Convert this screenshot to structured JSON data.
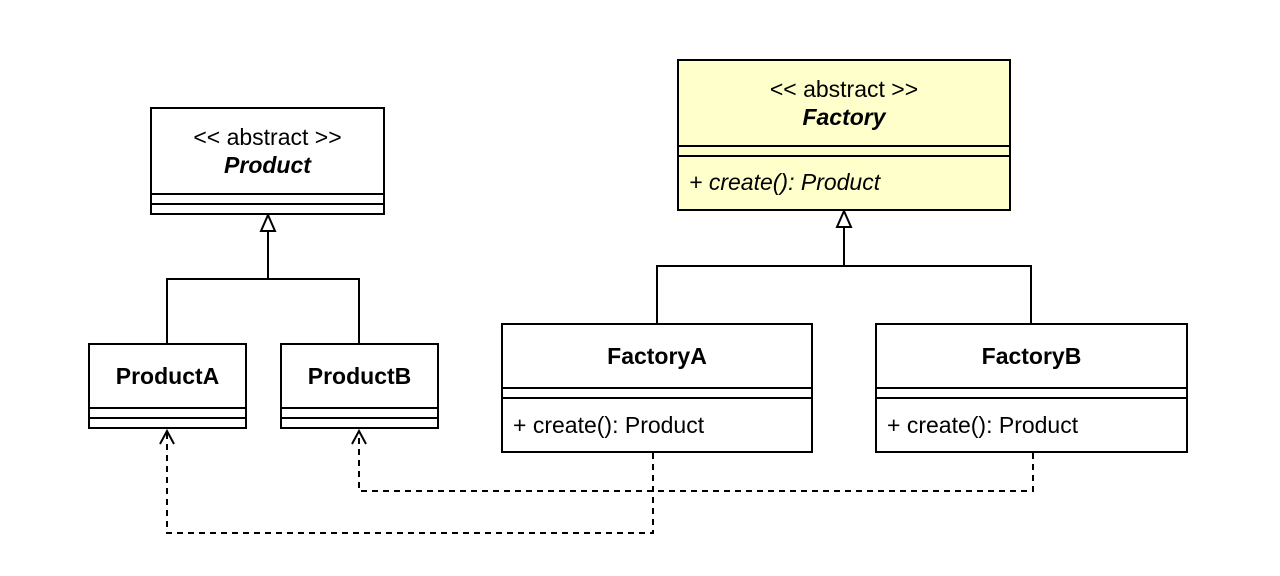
{
  "diagram": {
    "classes": {
      "product": {
        "stereotype": "<< abstract >>",
        "name": "Product"
      },
      "factory": {
        "stereotype": "<< abstract >>",
        "name": "Factory",
        "operations": [
          {
            "visibility": "+ ",
            "signature": "create(): Product"
          }
        ]
      },
      "product_a": {
        "name": "ProductA"
      },
      "product_b": {
        "name": "ProductB"
      },
      "factory_a": {
        "name": "FactoryA",
        "operations": [
          {
            "visibility": "+ ",
            "signature": "create(): Product"
          }
        ]
      },
      "factory_b": {
        "name": "FactoryB",
        "operations": [
          {
            "visibility": "+ ",
            "signature": "create(): Product"
          }
        ]
      }
    },
    "colors": {
      "line": "#000000",
      "class_fill": "#ffffff",
      "abstract_factory_fill": "#ffffcc"
    }
  }
}
